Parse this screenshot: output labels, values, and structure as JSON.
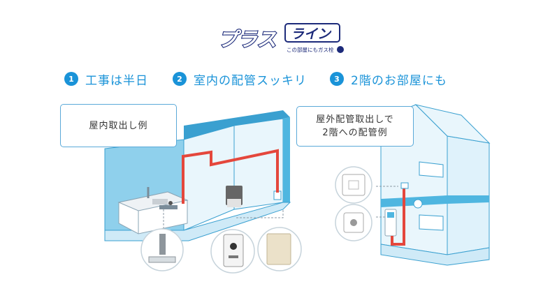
{
  "logo": {
    "main_text": "プラス",
    "badge_text": "ライン",
    "sub_text": "この部屋にもガス栓"
  },
  "features": [
    {
      "num": "1",
      "text": "工事は半日"
    },
    {
      "num": "2",
      "text": "室内の配管スッキリ"
    },
    {
      "num": "3",
      "text": "2階のお部屋にも"
    }
  ],
  "callouts": {
    "indoor": "屋内取出し例",
    "outdoor_line1": "屋外配管取出しで",
    "outdoor_line2": "2階への配管例"
  },
  "colors": {
    "accent_blue": "#1a93d8",
    "logo_navy": "#1c2a7a",
    "pipe_red": "#e4473c",
    "wall_blue": "#4fb6e0",
    "wall_light": "#dff2fb"
  }
}
